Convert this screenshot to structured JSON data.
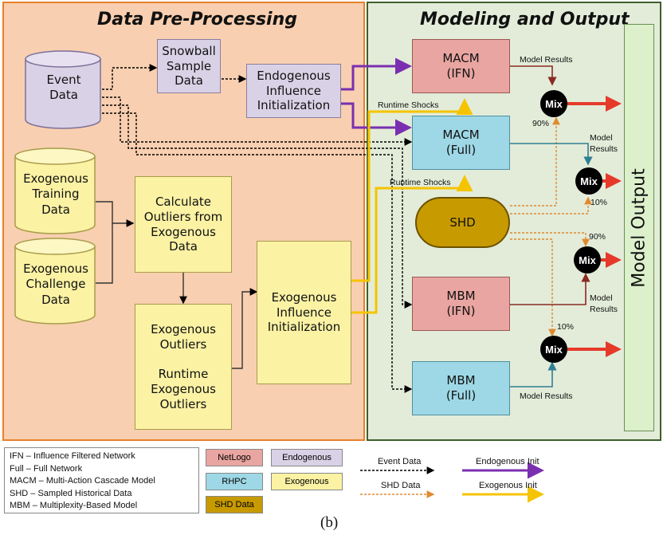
{
  "panels": {
    "preprocessing_title": "Data Pre-Processing",
    "modeling_title": "Modeling and Output"
  },
  "nodes": {
    "event_data": "Event\nData",
    "snowball": "Snowball\nSample\nData",
    "endogenous_init": "Endogenous\nInfluence\nInitialization",
    "exo_training": "Exogenous\nTraining\nData",
    "exo_challenge": "Exogenous\nChallenge\nData",
    "calc_outliers": "Calculate\nOutliers from\nExogenous\nData",
    "exo_outliers": "Exogenous\nOutliers\n\nRuntime\nExogenous\nOutliers",
    "exo_init": "Exogenous\nInfluence\nInitialization",
    "macm_ifn": "MACM\n(IFN)",
    "macm_full": "MACM\n(Full)",
    "shd": "SHD",
    "mbm_ifn": "MBM\n(IFN)",
    "mbm_full": "MBM\n(Full)",
    "mix": "Mix",
    "model_output": "Model Output"
  },
  "labels": {
    "model_results_1": "Model Results",
    "runtime_shocks_1": "Runtime Shocks",
    "pct_90_a": "90%",
    "model_results_2a": "Model",
    "model_results_2b": "Results",
    "runtime_shocks_2": "Runtime Shocks",
    "pct_10_a": "10%",
    "pct_90_b": "90%",
    "model_results_3a": "Model",
    "model_results_3b": "Results",
    "pct_10_b": "10%",
    "model_results_4": "Model Results"
  },
  "legend": {
    "abbreviations": [
      "IFN – Influence Filtered Network",
      "Full – Full Network",
      "MACM – Multi-Action Cascade Model",
      "SHD – Sampled Historical Data",
      "MBM – Multiplexity-Based Model"
    ],
    "netlogo": "NetLogo",
    "endogenous": "Endogenous",
    "rhpc": "RHPC",
    "exogenous": "Exogenous",
    "shd_data": "SHD Data",
    "event_data": "Event Data",
    "endogenous_init": "Endogenous Init",
    "shd_data_line": "SHD Data",
    "exogenous_init": "Exogenous Init"
  },
  "caption": "(b)",
  "colors": {
    "preprocessing_bg": "#f8cfb0",
    "modeling_bg": "#e3ecd9",
    "panel_border_orange": "#e8802a",
    "panel_border_green": "#3e5f2a",
    "purple_arrow": "#7a2fb0",
    "yellow_arrow": "#f5c400",
    "red_arrow": "#e53a2a",
    "shd_orange": "#e08a30",
    "shd_gold": "#c79a00"
  }
}
